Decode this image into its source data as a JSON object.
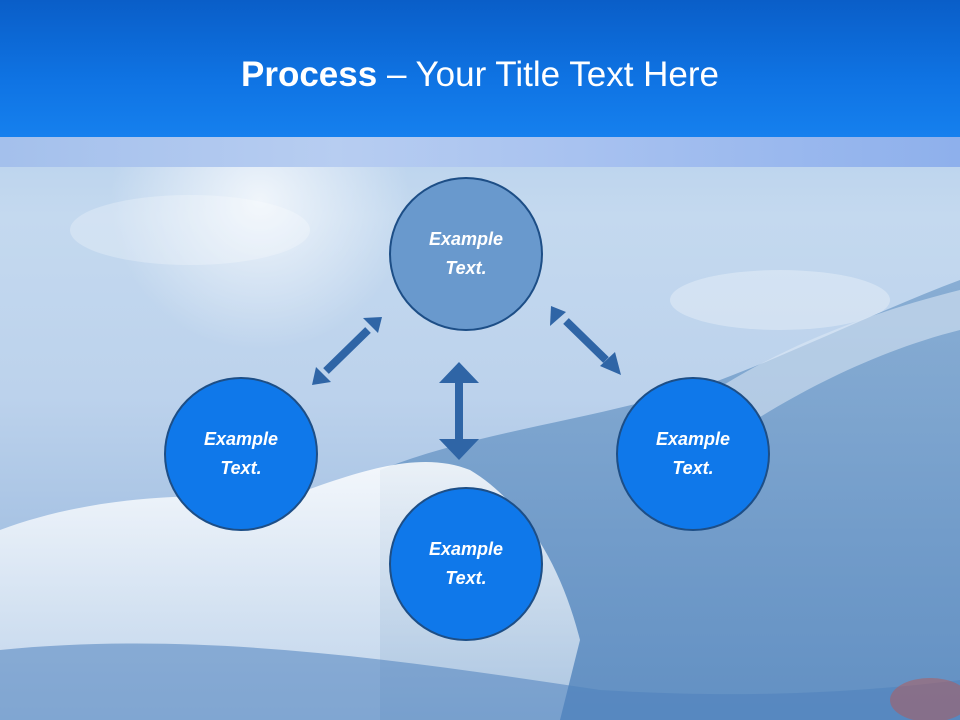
{
  "slide": {
    "title_strong": "Process",
    "title_rest": " – Your Title Text Here"
  },
  "diagram": {
    "nodes": [
      {
        "id": "top",
        "label": "Example Text.",
        "color": "#6999cd"
      },
      {
        "id": "left",
        "label": "Example Text.",
        "color": "#0f78ea"
      },
      {
        "id": "right",
        "label": "Example Text.",
        "color": "#0f78ea"
      },
      {
        "id": "bottom",
        "label": "Example Text.",
        "color": "#0f78ea"
      }
    ],
    "connectors": [
      {
        "from": "top",
        "to": "left",
        "style": "double-arrow"
      },
      {
        "from": "top",
        "to": "right",
        "style": "double-arrow"
      },
      {
        "from": "top",
        "to": "bottom",
        "style": "double-arrow"
      }
    ],
    "arrow_color": "#2f65a6",
    "header_color": "#0f74e4"
  }
}
